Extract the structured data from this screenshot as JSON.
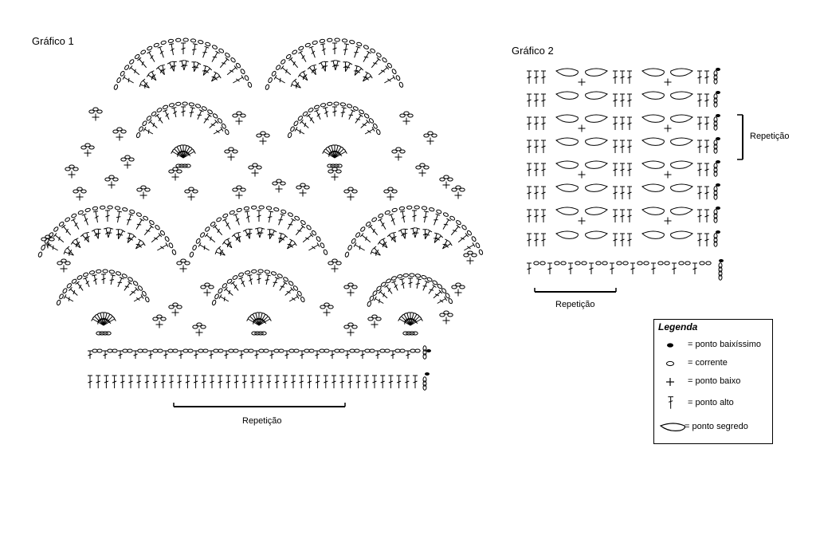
{
  "chart1": {
    "title": "Gráfico 1",
    "repeat_label": "Repetição"
  },
  "chart2": {
    "title": "Gráfico 2",
    "repeat_side_label": "Repetição",
    "repeat_bottom_label": "Repetição"
  },
  "legend": {
    "title": "Legenda",
    "items": [
      {
        "symbol": "slip-stitch-icon",
        "label": "= ponto baixíssimo"
      },
      {
        "symbol": "chain-icon",
        "label": "= corrente"
      },
      {
        "symbol": "single-crochet-icon",
        "label": "= ponto baixo"
      },
      {
        "symbol": "double-crochet-icon",
        "label": "= ponto alto"
      },
      {
        "symbol": "secret-stitch-icon",
        "label": "= ponto segredo"
      }
    ]
  }
}
